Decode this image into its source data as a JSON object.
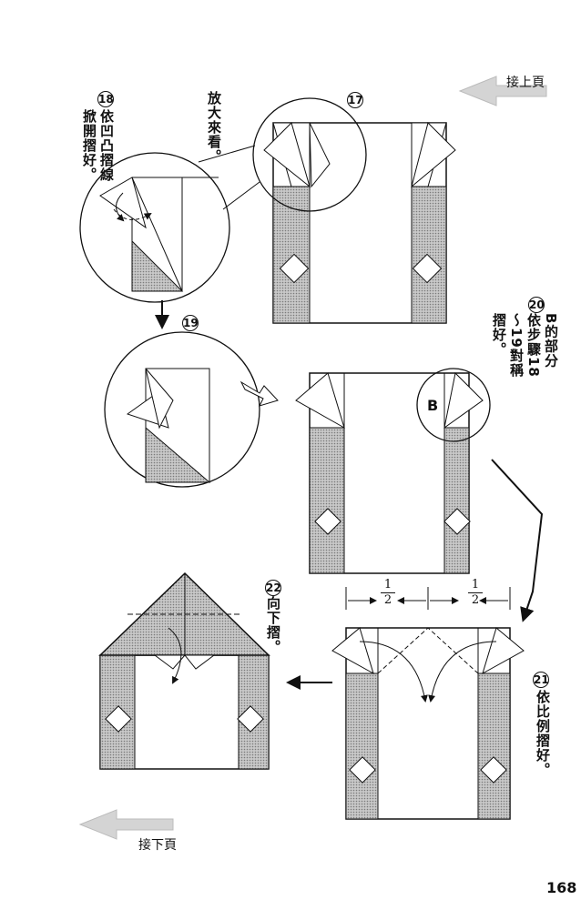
{
  "nav": {
    "prev_page": "接上頁",
    "next_page": "接下頁"
  },
  "page_number": "168",
  "steps": {
    "s17": {
      "number": "17"
    },
    "s18": {
      "number": "18",
      "text": "依凹凸摺線掀開摺好。"
    },
    "zoom_note": "放大來看。",
    "s19": {
      "number": "19"
    },
    "s20": {
      "number": "20",
      "text": "B的部分依步驟18～19對稱摺好。"
    },
    "s21": {
      "number": "21",
      "text": "依比例摺好。"
    },
    "s22": {
      "number": "22",
      "text": "向下摺。"
    }
  },
  "labels": {
    "b_marker": "B",
    "frac_left_num": "1",
    "frac_left_den": "2",
    "frac_right_num": "1",
    "frac_right_den": "2"
  },
  "colors": {
    "shade": "#b8b8b8",
    "line": "#111111",
    "nav_arrow": "#cfcfcf"
  }
}
